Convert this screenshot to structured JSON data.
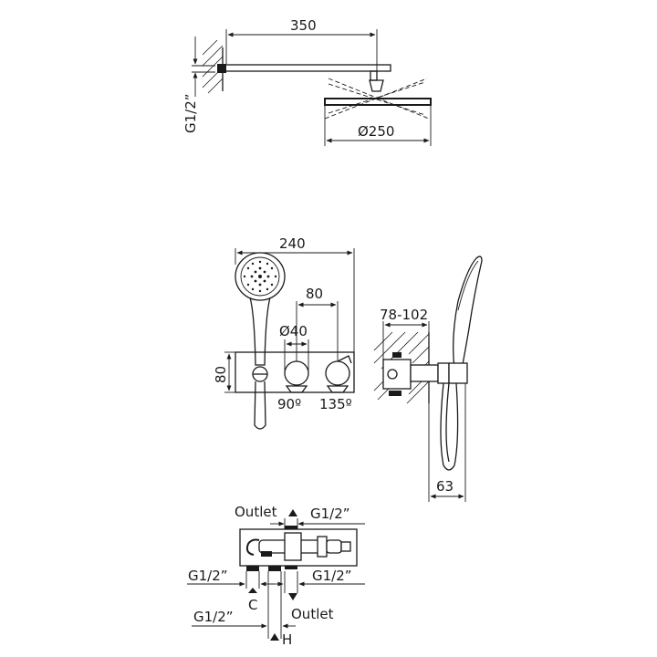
{
  "labels": {
    "arm_length": "350",
    "head_diameter": "Ø250",
    "inlet_thread": "G1/2”",
    "plate_width": "240",
    "handle_spacing": "80",
    "handle_diameter": "Ø40",
    "plate_height": "80",
    "angle_left": "90º",
    "angle_right": "135º",
    "wall_depth": "78-102",
    "hand_depth": "63",
    "outlet_top": "Outlet",
    "thread_top_right": "G1/2”",
    "thread_left": "G1/2”",
    "cold_label": "C",
    "thread_right": "G1/2”",
    "outlet_bottom": "Outlet",
    "thread_bottom_left": "G1/2”",
    "hot_label": "H"
  },
  "colors": {
    "line": "#1a1a1a",
    "background": "#ffffff"
  }
}
